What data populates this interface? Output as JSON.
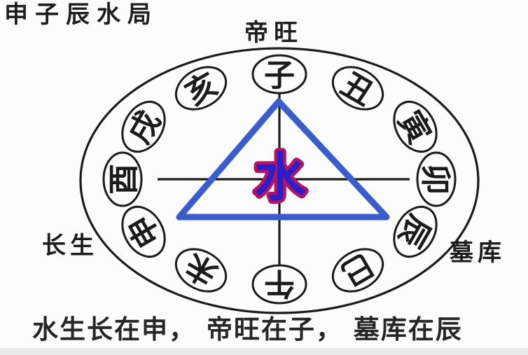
{
  "title": "申子辰水局",
  "labels": {
    "top": "帝旺",
    "left": "长生",
    "right": "墓库"
  },
  "caption": "水生长在申， 帝旺在子， 墓库在辰",
  "center_character": "水",
  "branches": [
    "子",
    "丑",
    "寅",
    "卯",
    "辰",
    "巳",
    "午",
    "未",
    "申",
    "酉",
    "戌",
    "亥"
  ],
  "triangle_connects": [
    "子",
    "申",
    "辰"
  ],
  "colors": {
    "ink": "#1b1b1b",
    "triangle": "#3a5ccd",
    "center_fill": "#2a1ec8",
    "center_outline": "#b01464"
  }
}
